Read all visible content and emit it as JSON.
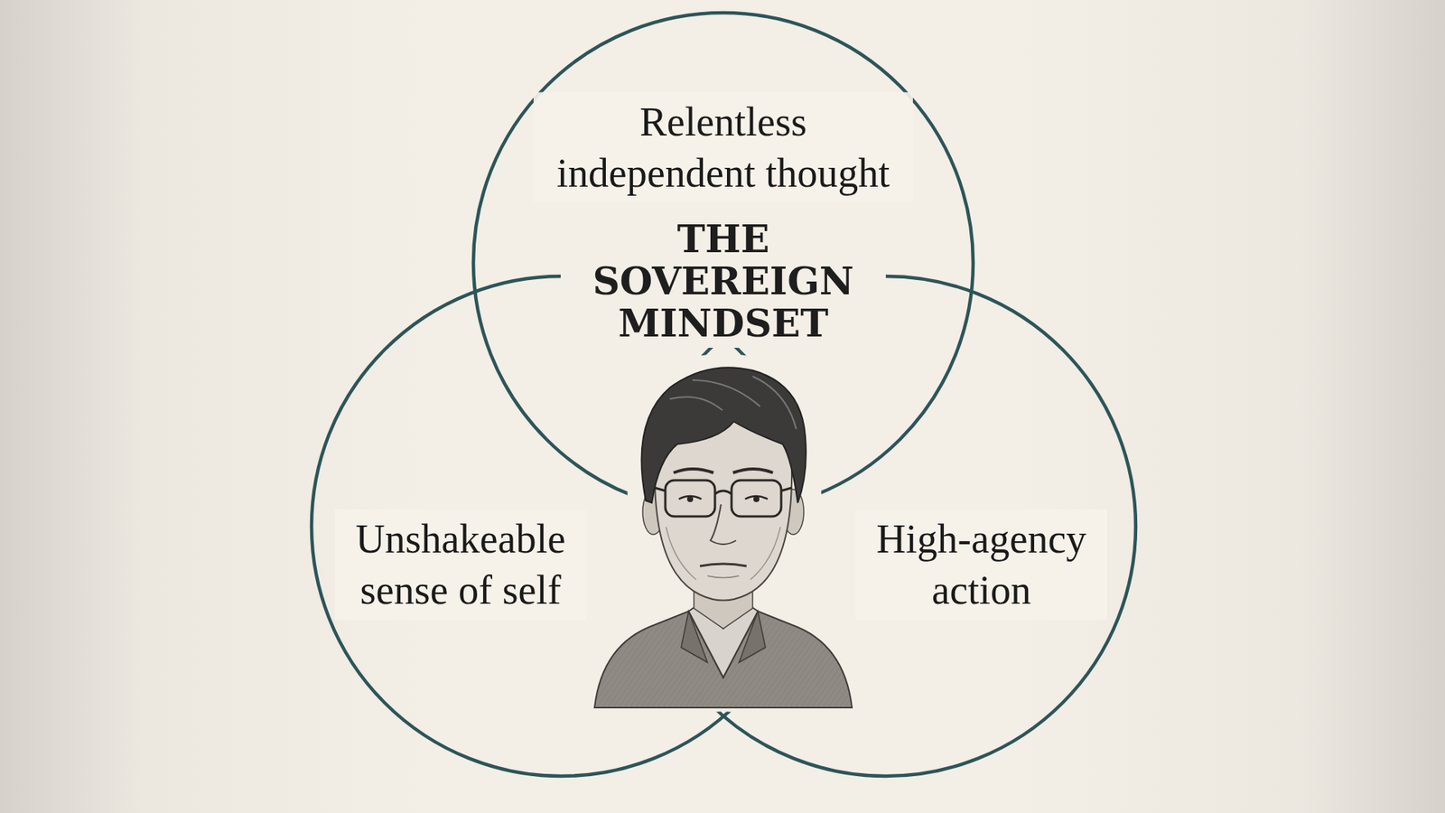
{
  "diagram": {
    "title": "THE SOVEREIGN MINDSET",
    "nodes": [
      {
        "text": [
          "Relentless independent thought"
        ]
      },
      {
        "text": [
          "Unshakeable sense of self"
        ]
      },
      {
        "text": [
          "High-agency action"
        ]
      }
    ]
  }
}
